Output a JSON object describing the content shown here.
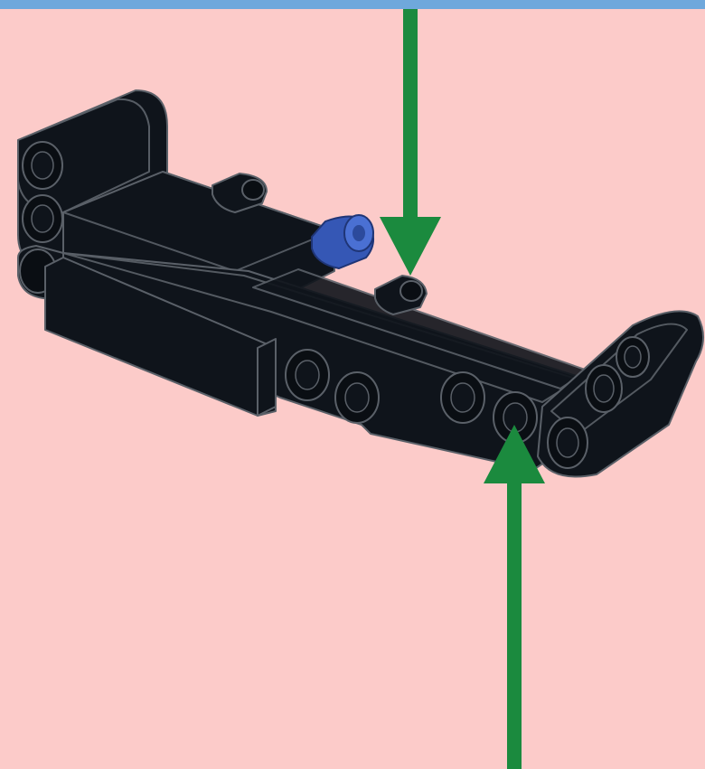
{
  "colors": {
    "background": "#fccbc9",
    "top_border": "#6fa8dc",
    "part_fill": "#0f141b",
    "part_edge": "#5a6068",
    "connector_pin": "#3557b5",
    "arrow": "#1b8a3e"
  },
  "diagram": {
    "parts": [
      {
        "name": "liftarm-l-shape",
        "color": "black"
      },
      {
        "name": "long-beam",
        "color": "black"
      },
      {
        "name": "angled-liftarm",
        "color": "black"
      },
      {
        "name": "block-panel",
        "color": "black"
      },
      {
        "name": "axle-pin",
        "color": "blue"
      },
      {
        "name": "friction-pin",
        "color": "black"
      }
    ],
    "arrows": [
      {
        "name": "insert-arrow-down",
        "direction": "down"
      },
      {
        "name": "insert-arrow-up",
        "direction": "up"
      }
    ]
  }
}
